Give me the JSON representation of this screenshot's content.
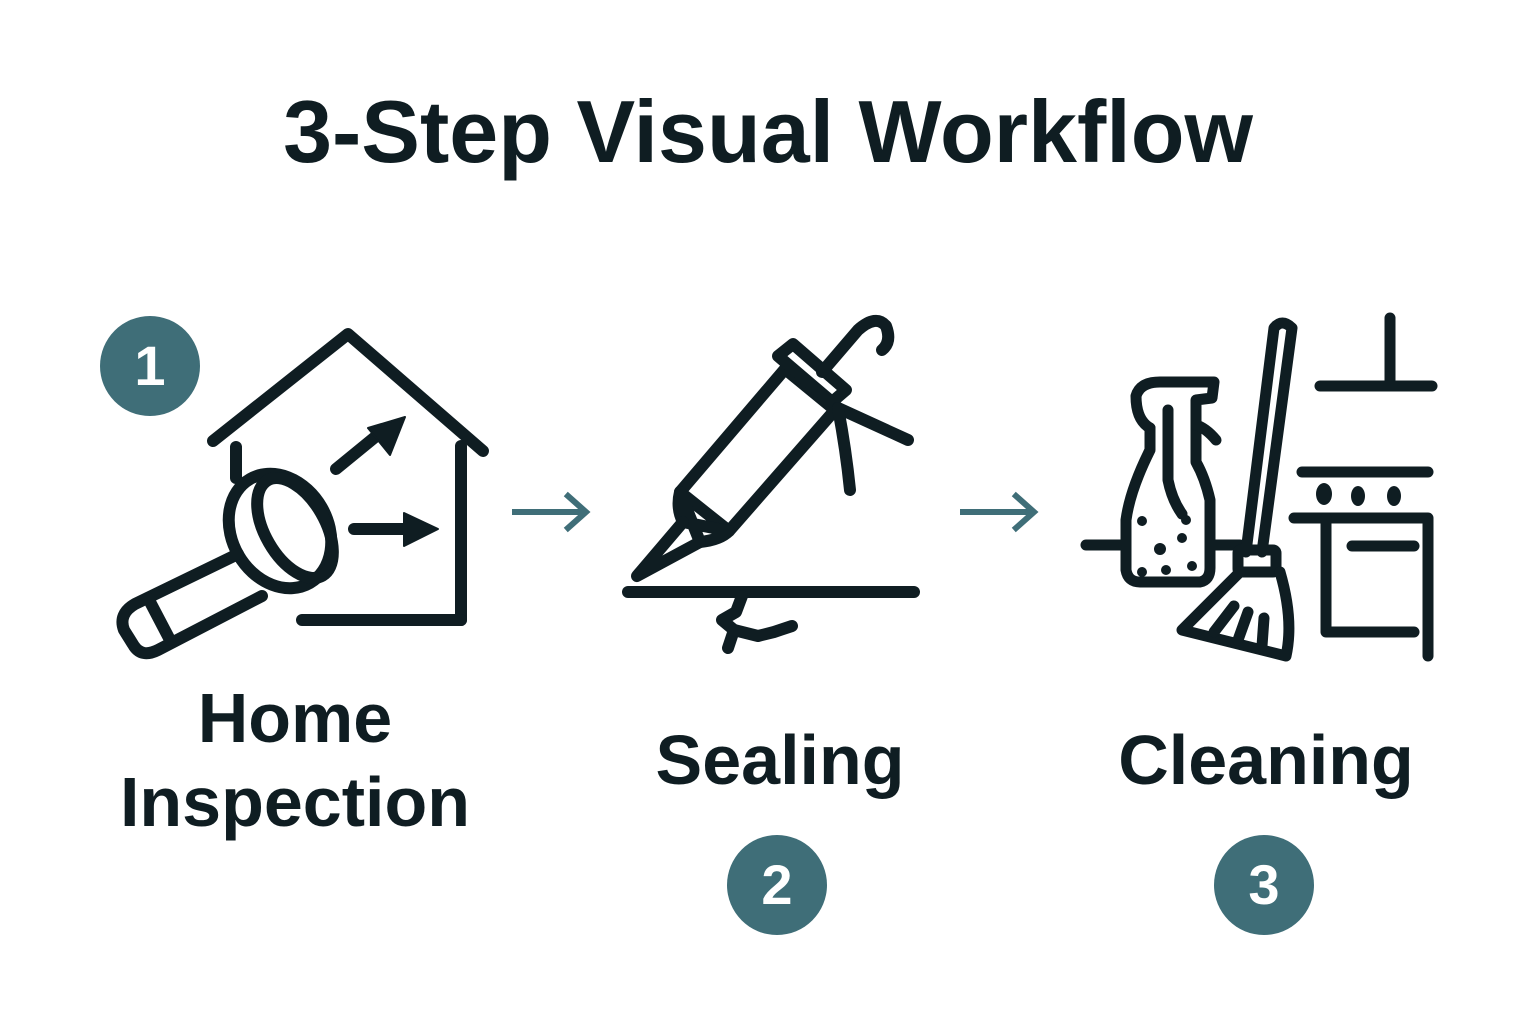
{
  "title": "3-Step Visual Workflow",
  "colors": {
    "ink": "#0f1d22",
    "accent": "#3f6e78",
    "background": "#ffffff"
  },
  "steps": [
    {
      "number": "1",
      "label_line1": "Home",
      "label_line2": "Inspection",
      "icon": "house-with-flashlight-icon"
    },
    {
      "number": "2",
      "label": "Sealing",
      "icon": "caulking-gun-icon"
    },
    {
      "number": "3",
      "label": "Cleaning",
      "icon": "spray-bottle-broom-stove-icon"
    }
  ],
  "connectors": [
    {
      "from": "1",
      "to": "2",
      "icon": "arrow-right-icon"
    },
    {
      "from": "2",
      "to": "3",
      "icon": "arrow-right-icon"
    }
  ]
}
